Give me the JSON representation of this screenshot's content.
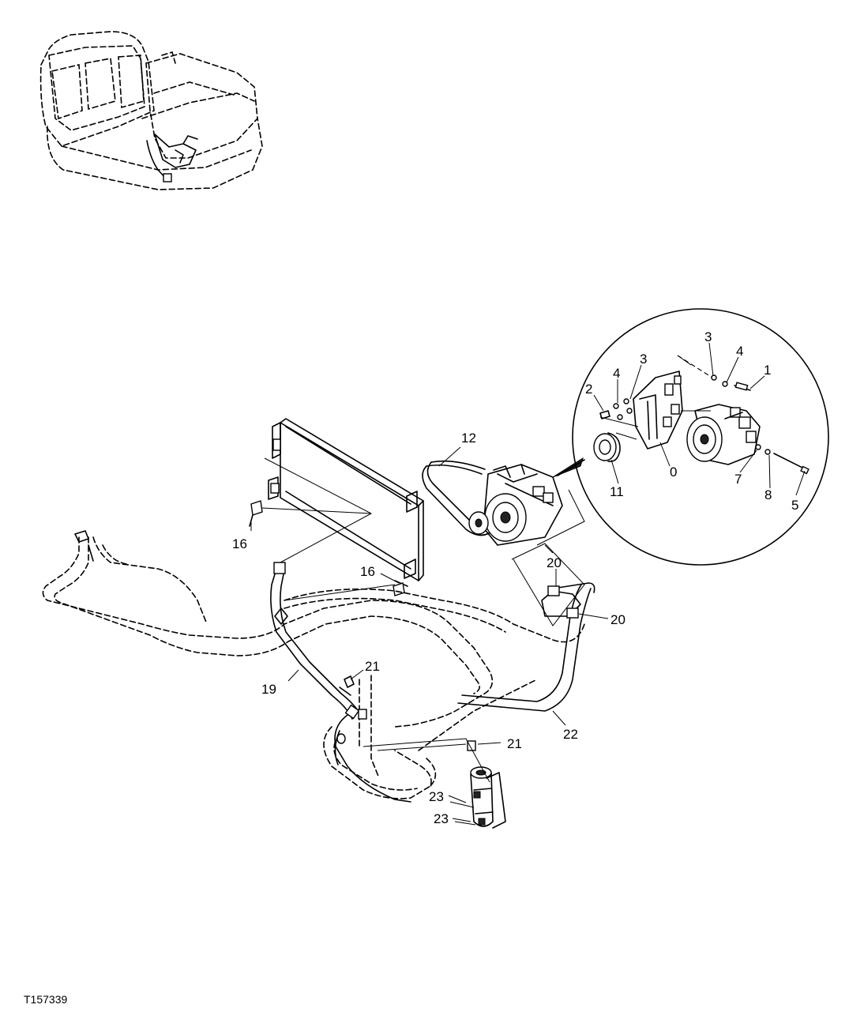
{
  "figure_ref": "T157339",
  "callouts": {
    "c0": "0",
    "c1": "1",
    "c2": "2",
    "c3a": "3",
    "c3b": "3",
    "c4a": "4",
    "c4b": "4",
    "c5": "5",
    "c7": "7",
    "c8": "8",
    "c11": "11",
    "c12": "12",
    "c16a": "16",
    "c16b": "16",
    "c19": "19",
    "c20a": "20",
    "c20b": "20",
    "c21a": "21",
    "c21b": "21",
    "c22": "22",
    "c23a": "23",
    "c23b": "23"
  }
}
